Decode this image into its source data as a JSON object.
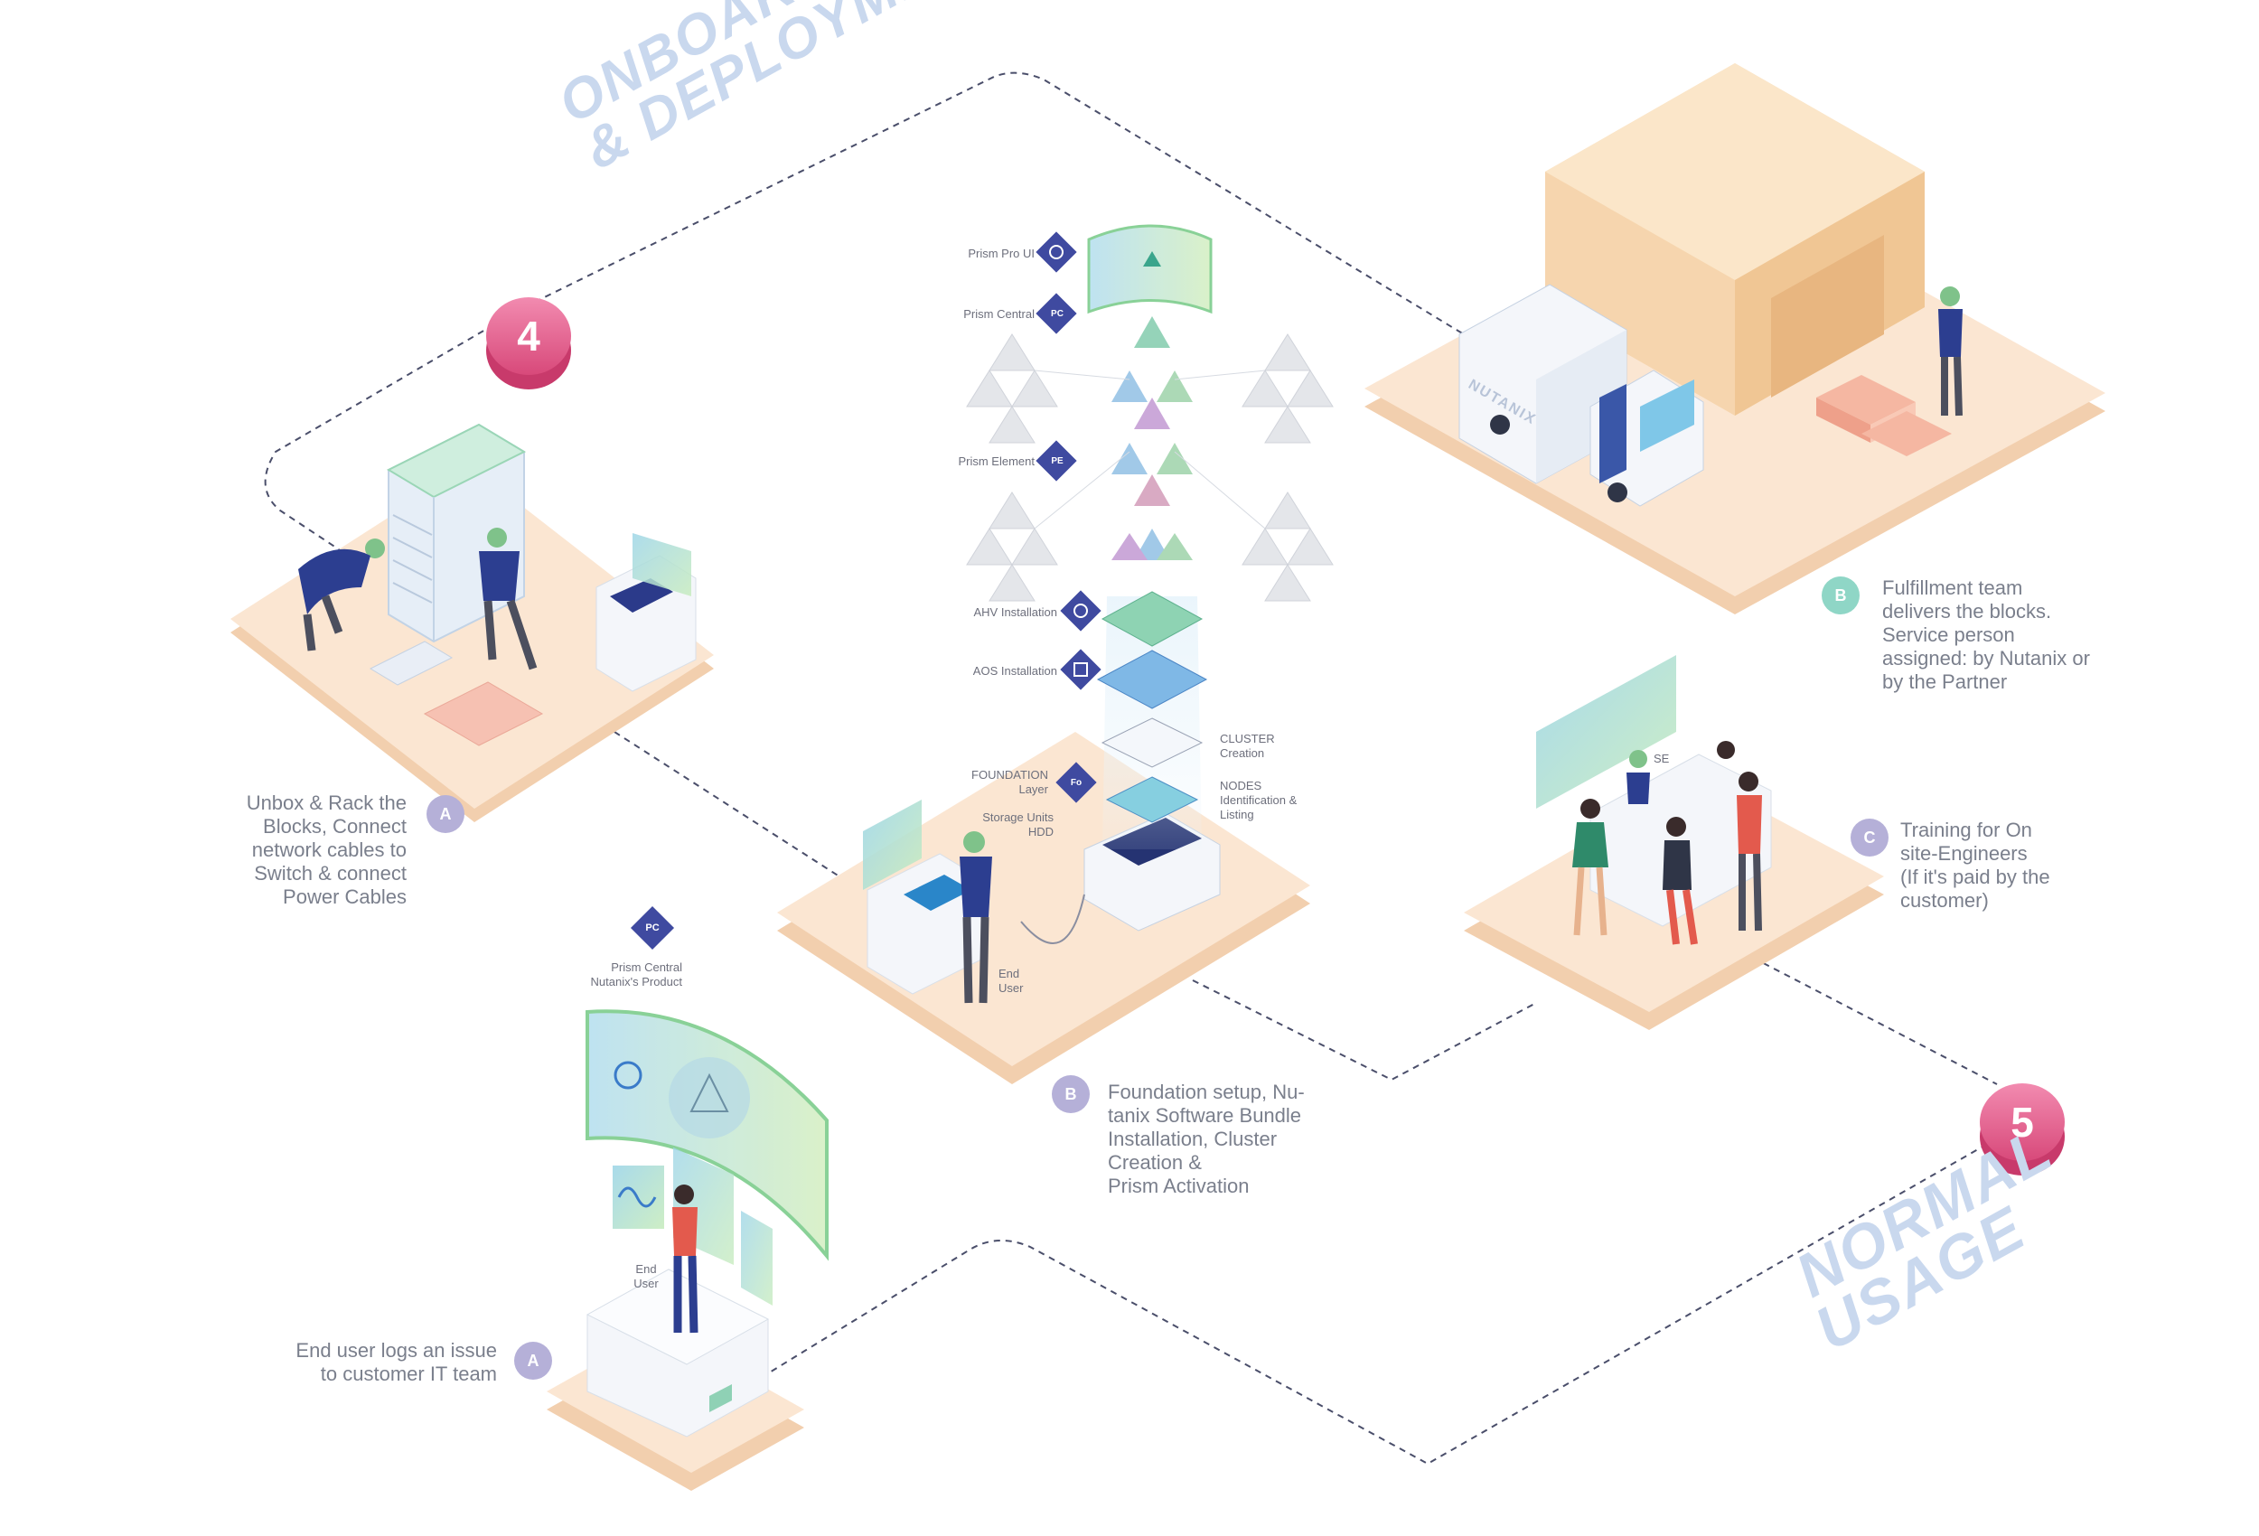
{
  "phases": {
    "onboarding_line1": "ONBOARDING",
    "onboarding_line2": "& DEPLOYMENT",
    "normal_line1": "NORMAL",
    "normal_line2": "USAGE"
  },
  "steps": {
    "step4": "4",
    "step5": "5"
  },
  "onboarding": {
    "unbox": {
      "badge": "A",
      "lines": [
        "Unbox & Rack the",
        "Blocks, Connect",
        "network cables to",
        "Switch & connect",
        "Power Cables"
      ]
    },
    "foundation": {
      "badge": "B",
      "lines": [
        "Foundation setup, Nu-",
        "tanix Software Bundle",
        "Installation, Cluster",
        "Creation &",
        "Prism Activation"
      ]
    },
    "fulfillment": {
      "badge": "B",
      "lines": [
        "Fulfillment team",
        "delivers the blocks.",
        "Service person",
        "assigned: by Nutanix or",
        "by the Partner"
      ]
    },
    "training": {
      "badge": "C",
      "lines": [
        "Training for On",
        "site-Engineers",
        "(If it's paid by the",
        "customer)"
      ]
    }
  },
  "normal_usage": {
    "log_issue": {
      "badge": "A",
      "lines": [
        "End user logs an issue",
        "to customer IT team"
      ]
    }
  },
  "stack": {
    "prism_pro_ui": {
      "label": "Prism Pro UI"
    },
    "prism_central": {
      "label": "Prism Central",
      "icon_text": "PC"
    },
    "prism_element": {
      "label": "Prism Element",
      "icon_text": "PE"
    },
    "ahv": {
      "label": "AHV Installation"
    },
    "aos": {
      "label": "AOS  Installation"
    },
    "foundation_line1": "FOUNDATION",
    "foundation_line2": "Layer",
    "foundation_icon": "Fo",
    "storage_line1": "Storage Units",
    "storage_line2": "HDD",
    "cluster_line1": "CLUSTER",
    "cluster_line2": "Creation",
    "nodes_line1": "NODES",
    "nodes_line2": "Identification &",
    "nodes_line3": "Listing",
    "end_user_line1": "End",
    "end_user_line2": "User"
  },
  "issue_scene": {
    "pc_icon_text": "PC",
    "prism_line1": "Prism Central",
    "prism_line2": "Nutanix's Product",
    "end_user_line1": "End",
    "end_user_line2": "User"
  },
  "truck_brand": "NUTANIX",
  "training_se": "SE",
  "colors": {
    "badge_a_b": "#b5b0d8",
    "badge_green": "#8fd6c6",
    "step_pink": "#e8628f",
    "platform_top": "#fbe6d2",
    "platform_side": "#f2cfae",
    "path": "#4a4e6a",
    "icon_diamond": "#3f4aa0"
  }
}
